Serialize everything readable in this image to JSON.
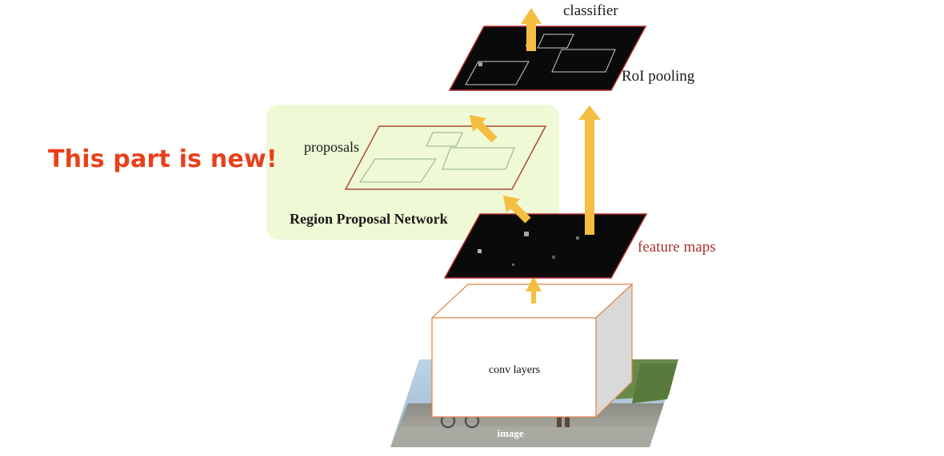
{
  "callout": {
    "text": "This part is new!",
    "color": "#e8401c"
  },
  "labels": {
    "classifier": "classifier",
    "roi_pooling": "RoI pooling",
    "proposals": "proposals",
    "rpn": "Region Proposal Network",
    "feature_maps": "feature maps",
    "conv_layers": "conv layers",
    "image": "image"
  },
  "colors": {
    "arrow": "#f5be41",
    "map_border": "#b02a2a",
    "rpn_highlight": "#e9f7c7",
    "feature_maps_label": "#a8322a",
    "box_edge": "#e0854a",
    "box_side": "#d9d9d9"
  }
}
